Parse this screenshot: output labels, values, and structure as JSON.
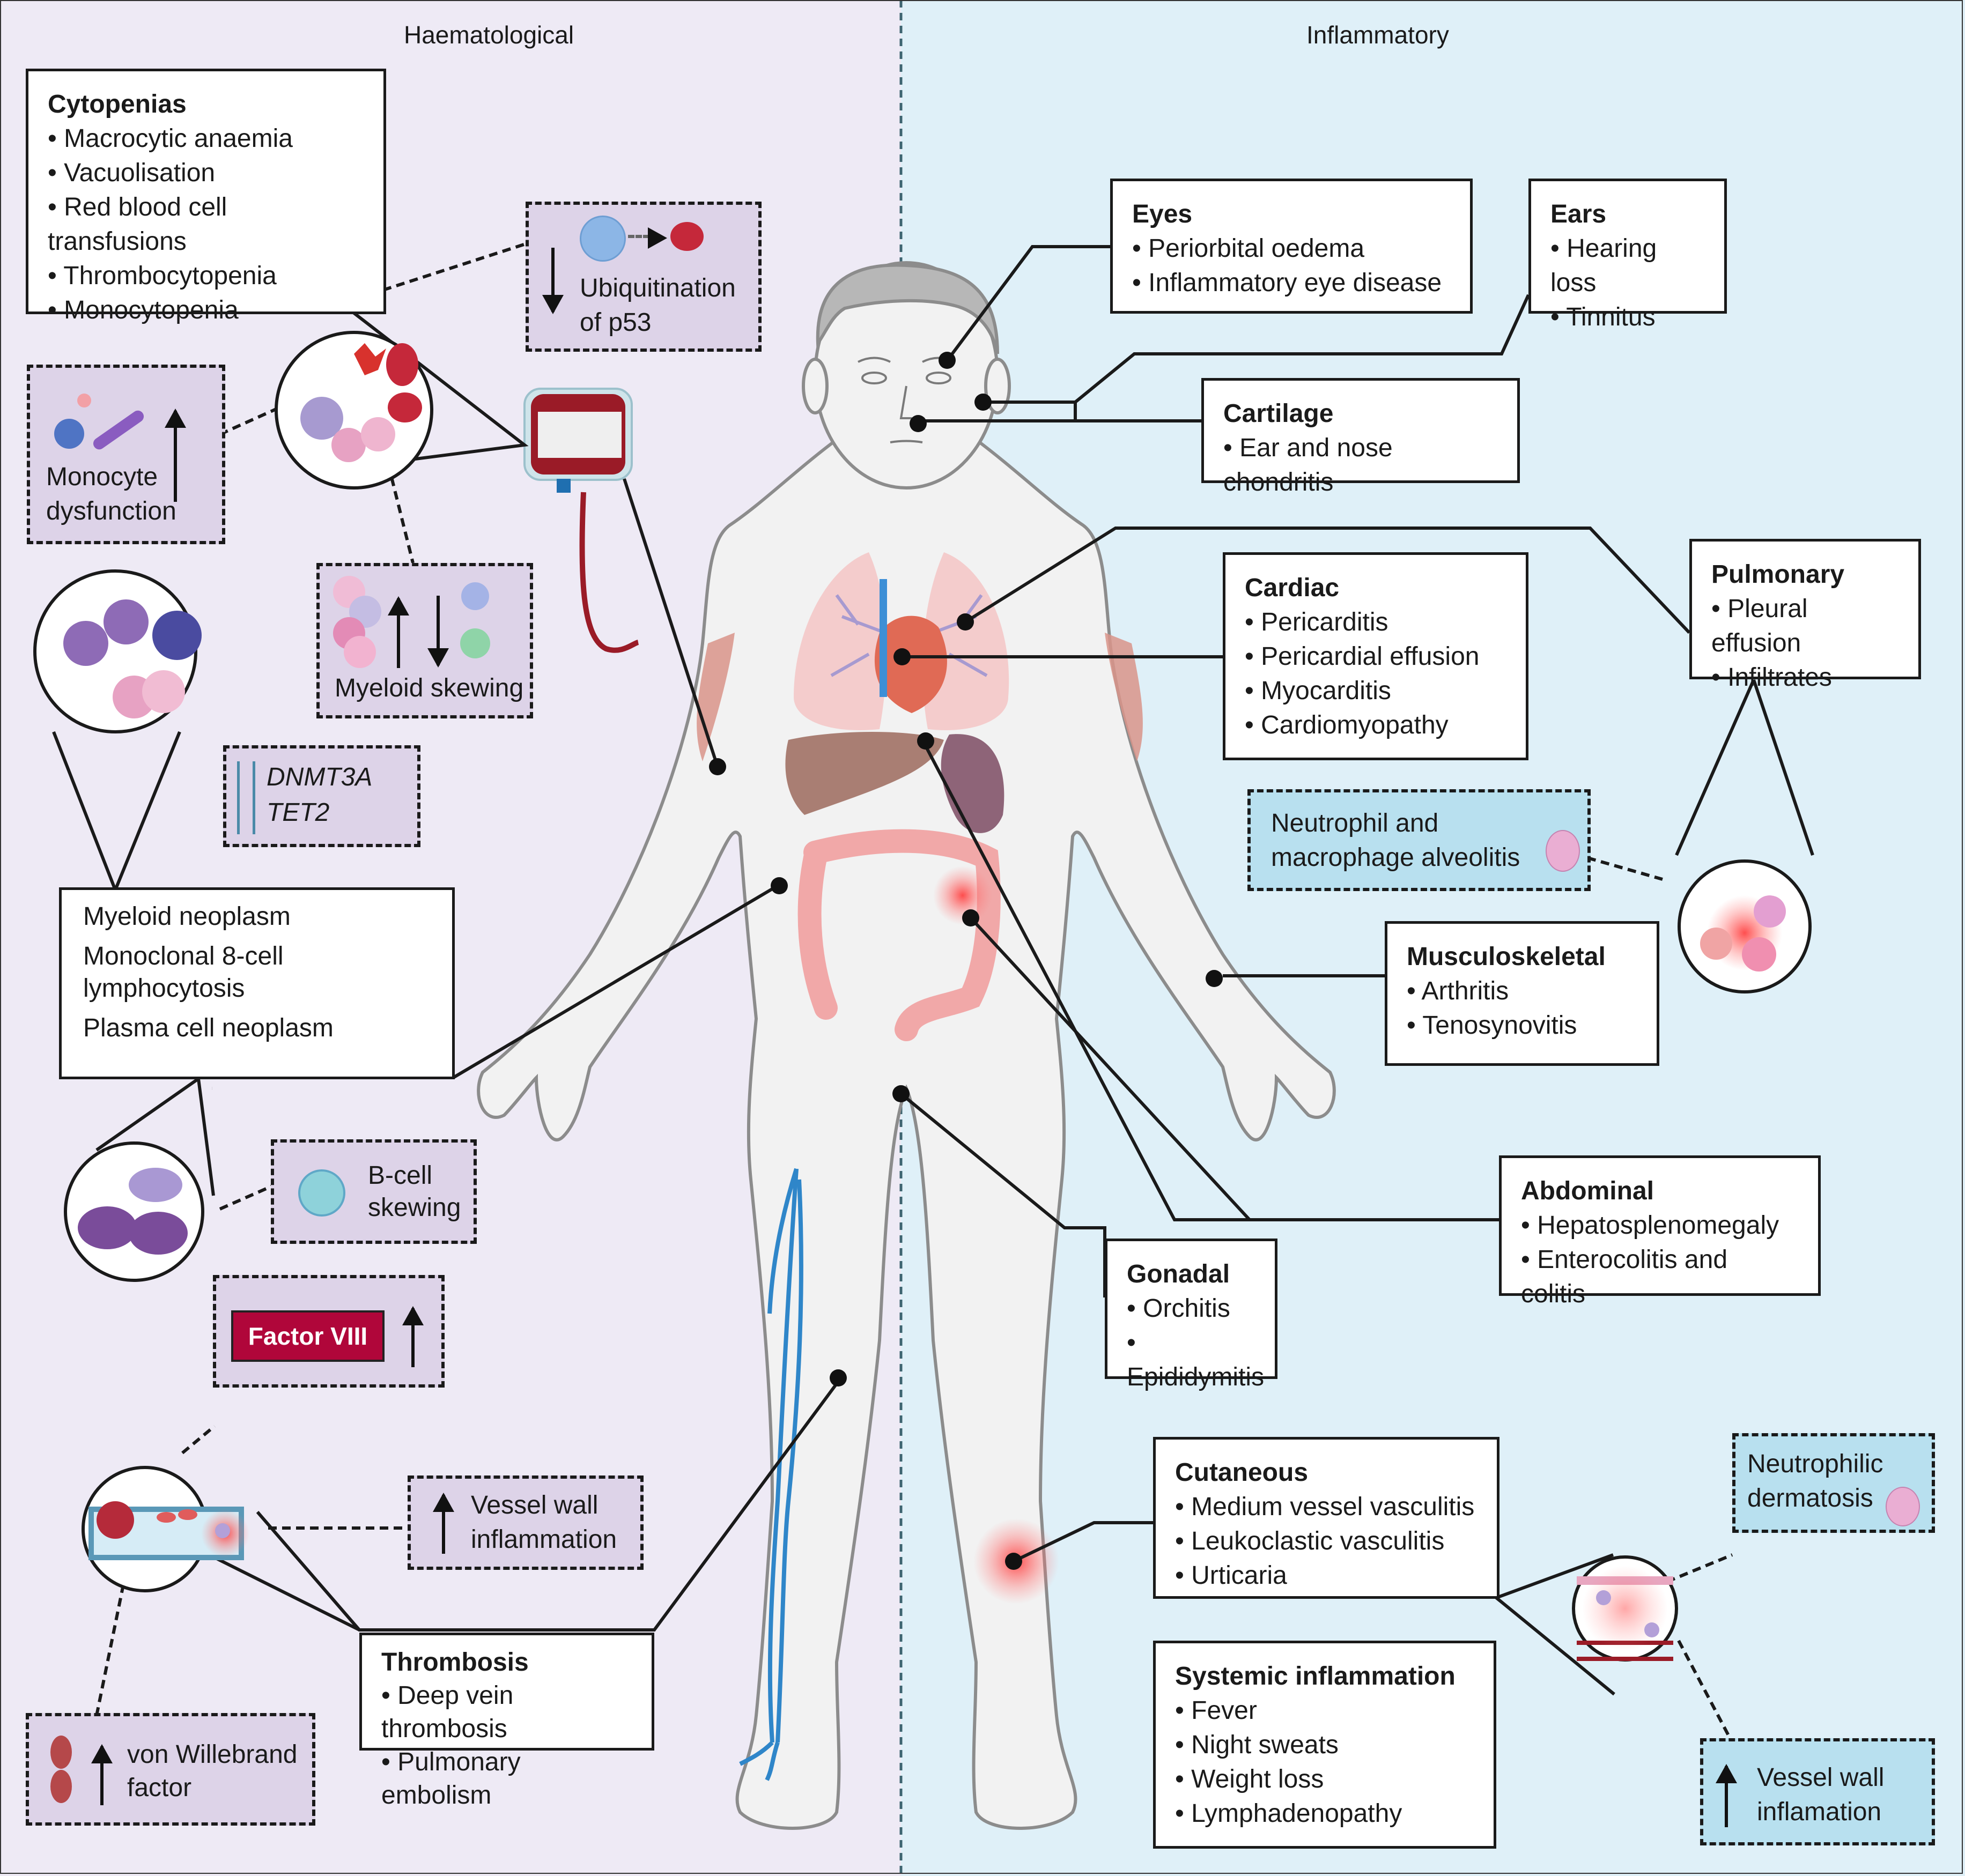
{
  "headers": {
    "left": "Haematological",
    "right": "Inflammatory"
  },
  "haematological": {
    "cytopenias": {
      "title": "Cytopenias",
      "items": [
        "Macrocytic anaemia",
        "Vacuolisation",
        "Red blood cell transfusions",
        "Thrombocytopenia",
        "Monocytopenia"
      ]
    },
    "ubiquitination": {
      "line1": "Ubiquitination",
      "line2": "of p53",
      "direction": "down"
    },
    "monocyte": {
      "line1": "Monocyte",
      "line2": "dysfunction",
      "direction": "up"
    },
    "myeloid_skewing": {
      "label": "Myeloid skewing"
    },
    "genes": {
      "gene1": "DNMT3A",
      "gene2": "TET2"
    },
    "neoplasms": {
      "items": [
        "Myeloid neoplasm",
        "Monoclonal 8-cell",
        "lymphocytosis",
        "Plasma cell neoplasm"
      ]
    },
    "bcell": {
      "line1": "B-cell",
      "line2": "skewing"
    },
    "factor8": {
      "label": "Factor VIII",
      "direction": "up"
    },
    "vessel_wall": {
      "line1": "Vessel wall",
      "line2": "inflammation",
      "direction": "up"
    },
    "vwf": {
      "line1": "von Willebrand",
      "line2": "factor",
      "direction": "up"
    },
    "thrombosis": {
      "title": "Thrombosis",
      "items": [
        "Deep vein thrombosis",
        "Pulmonary embolism"
      ]
    }
  },
  "inflammatory": {
    "eyes": {
      "title": "Eyes",
      "items": [
        "Periorbital oedema",
        "Inflammatory eye disease"
      ]
    },
    "ears": {
      "title": "Ears",
      "items": [
        "Hearing loss",
        "Tinnitus"
      ]
    },
    "cartilage": {
      "title": "Cartilage",
      "items": [
        "Ear and nose chondritis"
      ]
    },
    "cardiac": {
      "title": "Cardiac",
      "items": [
        "Pericarditis",
        "Pericardial effusion",
        "Myocarditis",
        "Cardiomyopathy"
      ]
    },
    "pulmonary": {
      "title": "Pulmonary",
      "items": [
        "Pleural effusion",
        "Infiltrates"
      ]
    },
    "alveolitis": {
      "line1": "Neutrophil and",
      "line2": "macrophage alveolitis"
    },
    "musculoskeletal": {
      "title": "Musculoskeletal",
      "items": [
        "Arthritis",
        "Tenosynovitis"
      ]
    },
    "abdominal": {
      "title": "Abdominal",
      "items": [
        "Hepatosplenomegaly",
        "Enterocolitis and colitis"
      ]
    },
    "gonadal": {
      "title": "Gonadal",
      "items": [
        "Orchitis",
        "Epididymitis"
      ]
    },
    "cutaneous": {
      "title": "Cutaneous",
      "items": [
        "Medium vessel vasculitis",
        "Leukoclastic vasculitis",
        "Urticaria"
      ]
    },
    "systemic": {
      "title": "Systemic inflammation",
      "items": [
        "Fever",
        "Night sweats",
        "Weight loss",
        "Lymphadenopathy"
      ]
    },
    "neutrophilic": {
      "line1": "Neutrophilic",
      "line2": "dermatosis"
    },
    "vessel_wall_r": {
      "line1": "Vessel wall",
      "line2": "inflamation",
      "direction": "up"
    }
  },
  "colors": {
    "left_bg": "#eeeaf5",
    "right_bg": "#dff0f8",
    "purple_box": "#ddd3e8",
    "blue_box": "#b8e0ef",
    "factor_red": "#b0063a",
    "vein_blue": "#2f86c9",
    "blood_red": "#9a1b27"
  }
}
